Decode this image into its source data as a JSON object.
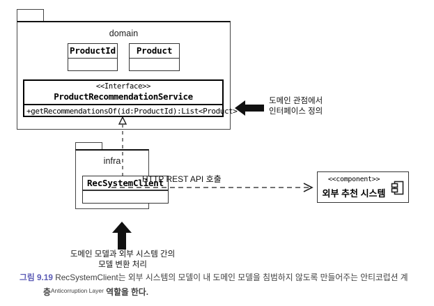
{
  "diagram": {
    "packages": [
      {
        "id": "domain",
        "name": "domain",
        "classes": [
          {
            "name": "ProductId"
          },
          {
            "name": "Product"
          }
        ],
        "interface": {
          "stereotype": "<<Interface>>",
          "name": "ProductRecommendationService",
          "operations": [
            "+getRecommendationsOf(id:ProductId):List<Product>"
          ]
        }
      },
      {
        "id": "infra",
        "name": "infra",
        "classes": [
          {
            "name": "RecSystemClient"
          }
        ]
      }
    ],
    "component": {
      "stereotype": "<<component>>",
      "name": "외부 추천 시스템",
      "icon": "component-icon"
    },
    "edges": [
      {
        "id": "realization",
        "kind": "realization",
        "from": "RecSystemClient",
        "to": "ProductRecommendationService",
        "label": ""
      },
      {
        "id": "dependency",
        "kind": "dependency",
        "from": "RecSystemClient",
        "to": "외부 추천 시스템",
        "label": "HTTP REST API 호출"
      }
    ],
    "annotations": [
      {
        "id": "interface-note",
        "arrow": "left-arrow-icon",
        "text": "도메인 관점에서\n인터페이스 정의"
      },
      {
        "id": "translation-note",
        "arrow": "up-arrow-icon",
        "text": "도메인 모델과 외부 시스템 간의\n모델 변환 처리"
      }
    ]
  },
  "caption": {
    "figure_number": "그림 9.19",
    "line1": " RecSystemClient는 외부 시스템의 모델이 내 도메인 모델을 침범하지 않도록 만들어주는 안티코럽션 계",
    "line2_prefix": "층",
    "line2_superscript": "Anticorruption Layer",
    "line2_suffix": " 역할을 한다."
  },
  "colors": {
    "figure_number": "#5b5bb5",
    "stroke": "#333333",
    "strong_stroke": "#000000",
    "text": "#111111",
    "caption_text": "#3e3e3e",
    "background": "#ffffff"
  }
}
